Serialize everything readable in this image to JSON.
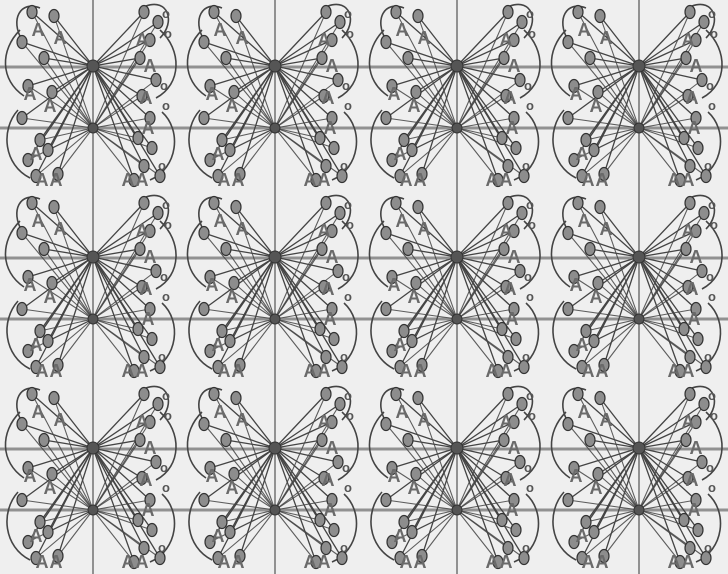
{
  "pattern": {
    "background_color": "#efefef",
    "line_color": "#444444",
    "node_color": "#555555",
    "grid_color": "#7a7a7a",
    "glyph_color": "#6a6a6a",
    "tile_columns": 4,
    "tile_rows": 3,
    "glyph_letter": "A",
    "glyph_small": "o"
  }
}
